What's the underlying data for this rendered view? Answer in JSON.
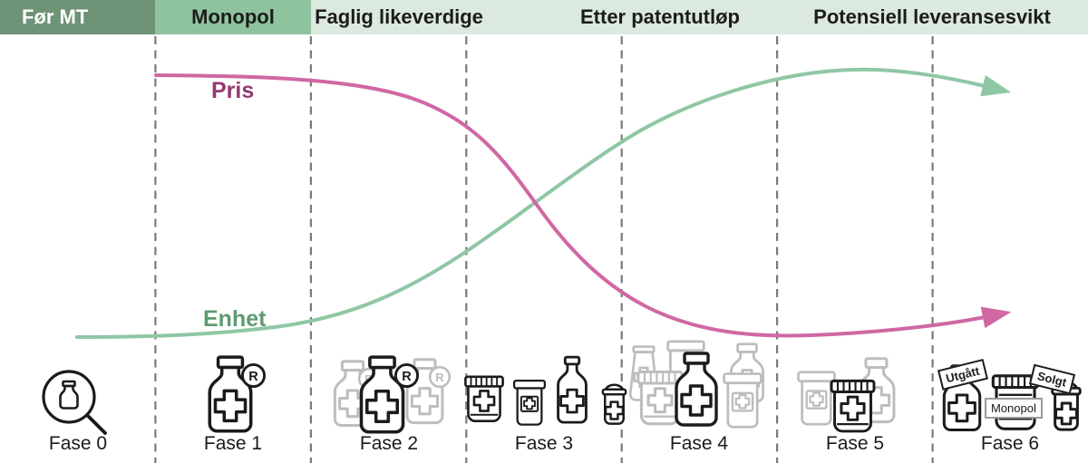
{
  "header": {
    "labels": [
      "Før MT",
      "Monopol",
      "Faglig likeverdige",
      "Etter patentutløp",
      "Potensiell leveransesvikt"
    ],
    "band_colors": [
      "#6e9377",
      "#8fc39e",
      "#dbe9df"
    ]
  },
  "curves": {
    "pris": {
      "label": "Pris",
      "line_color": "#cf68a3",
      "label_color": "#94396f"
    },
    "enhet": {
      "label": "Enhet",
      "line_color": "#8fc7a4",
      "label_color": "#5f9b72"
    }
  },
  "phases": [
    {
      "label": "Fase 0",
      "icon": "magnifier-vial"
    },
    {
      "label": "Fase 1",
      "icon": "bottle-with-r-badge"
    },
    {
      "label": "Fase 2",
      "icon": "three-bottles-with-r-badges"
    },
    {
      "label": "Fase 3",
      "icon": "four-generic-containers"
    },
    {
      "label": "Fase 4",
      "icon": "many-containers-cluster"
    },
    {
      "label": "Fase 5",
      "icon": "jar-and-fading-containers"
    },
    {
      "label": "Fase 6",
      "icon": "tagged-containers",
      "tags": [
        "Utgått",
        "Monopol",
        "Solgt"
      ]
    }
  ],
  "icons": {
    "r_badge": "R"
  },
  "colors": {
    "dashed_line": "#7a7a7a",
    "icon_black": "#1b1b1b",
    "icon_gray": "#bdbdbd",
    "background": "#ffffff"
  }
}
